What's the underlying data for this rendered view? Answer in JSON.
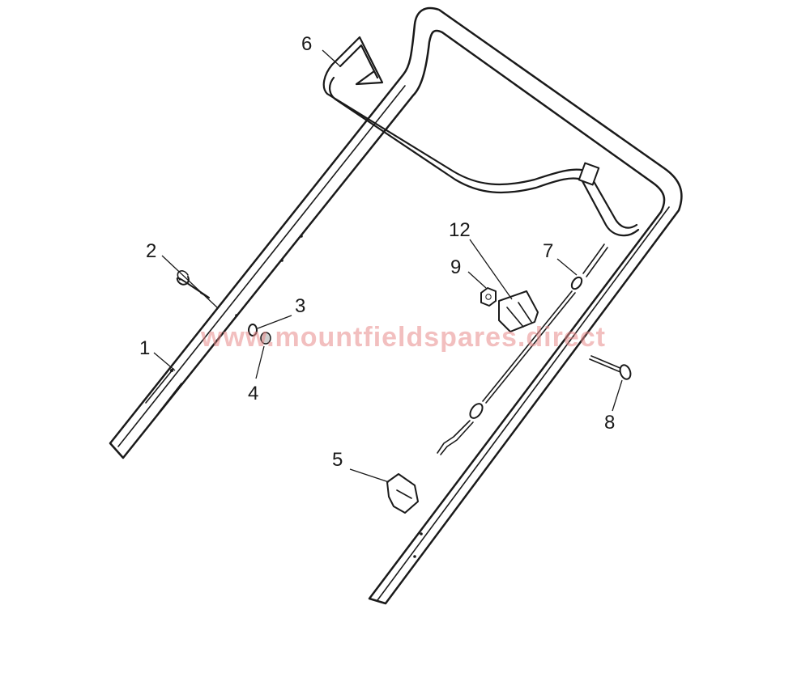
{
  "parts": [
    {
      "number": "1",
      "part_name": "lower-handle"
    },
    {
      "number": "2",
      "part_name": "cable-clip-hook"
    },
    {
      "number": "3",
      "part_name": "washer"
    },
    {
      "number": "4",
      "part_name": "nut"
    },
    {
      "number": "5",
      "part_name": "cable-clip"
    },
    {
      "number": "6",
      "part_name": "engine-stop-lever"
    },
    {
      "number": "7",
      "part_name": "control-cable"
    },
    {
      "number": "8",
      "part_name": "bolt"
    },
    {
      "number": "9",
      "part_name": "nut"
    },
    {
      "number": "12",
      "part_name": "cable-guide"
    }
  ],
  "watermark": "www.mountfieldspares.direct",
  "colors": {
    "line": "#1a1a1a",
    "background": "#ffffff",
    "watermark": "#e88a8a"
  }
}
